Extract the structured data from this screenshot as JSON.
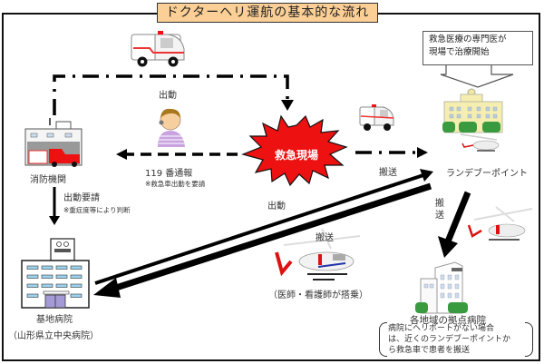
{
  "title": "ドクターヘリ運航の基本的な流れ",
  "nodes": {
    "fire_dept": "消防機関",
    "scene": "救急現場",
    "rendezvous": "ランデブーポイント",
    "base_hospital": "基地病院",
    "base_hospital_sub": "（山形県立中央病院）",
    "regional_hospital": "各地域の拠点病院"
  },
  "labels": {
    "dispatch_ambulance": "出動",
    "call_119": "119 番通報",
    "call_119_note": "※救急車出動を要請",
    "dispatch_request": "出動要請",
    "dispatch_request_note": "※重症度等により判断",
    "transport_ground": "搬送",
    "dispatch_heli": "出動",
    "transport_heli": "搬送",
    "crew_note": "（医師・看護師が搭乗）",
    "transport_vertical": "搬送"
  },
  "callout": {
    "line1": "救急医療の専門医が",
    "line2": "現場で治療開始"
  },
  "regional_note": {
    "line1": "病院にヘリポートがない場合",
    "line2": "は、近くのランデブーポイントか",
    "line3": "ら救急車で患者を搬送"
  },
  "colors": {
    "title_bg": "#fbcf95",
    "scene_red": "#ee1111",
    "arrow": "#000000"
  }
}
